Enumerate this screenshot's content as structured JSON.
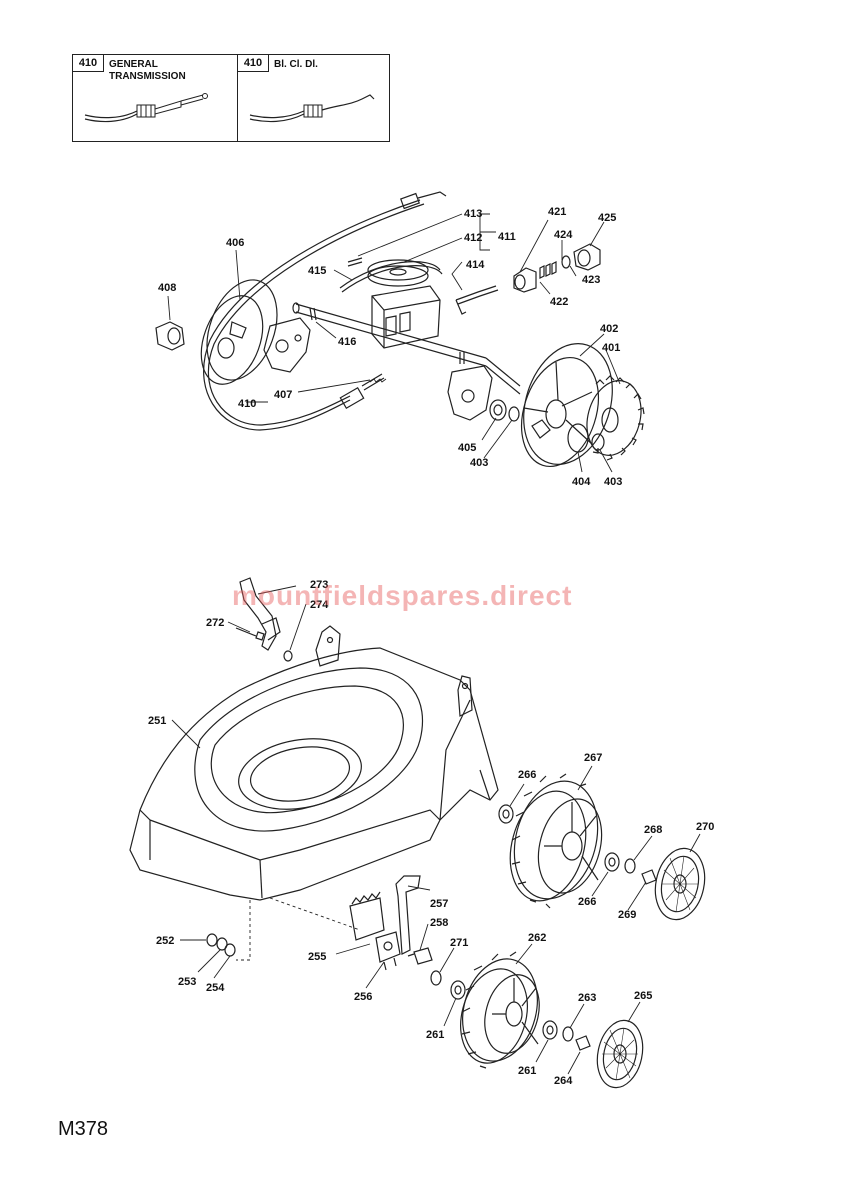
{
  "legend": {
    "items": [
      {
        "code": "410",
        "title": "GENERAL TRANSMISSION"
      },
      {
        "code": "410",
        "title": "Bl. Cl. Dl."
      }
    ]
  },
  "watermark": "mountfieldspares.direct",
  "diagram_code": "M378",
  "labels": {
    "l413": "413",
    "l421": "421",
    "l425": "425",
    "l406": "406",
    "l412": "412",
    "l411": "411",
    "l424": "424",
    "l415": "415",
    "l414": "414",
    "l423": "423",
    "l408": "408",
    "l422": "422",
    "l416": "416",
    "l402": "402",
    "l401": "401",
    "l407": "407",
    "l410": "410",
    "l405": "405",
    "l403a": "403",
    "l404": "404",
    "l403b": "403",
    "l273": "273",
    "l274": "274",
    "l272": "272",
    "l251": "251",
    "l266a": "266",
    "l267": "267",
    "l268": "268",
    "l270": "270",
    "l266b": "266",
    "l269": "269",
    "l257": "257",
    "l258": "258",
    "l271": "271",
    "l262": "262",
    "l252": "252",
    "l255": "255",
    "l253": "253",
    "l254": "254",
    "l256": "256",
    "l263": "263",
    "l265": "265",
    "l261a": "261",
    "l261b": "261",
    "l264": "264"
  }
}
